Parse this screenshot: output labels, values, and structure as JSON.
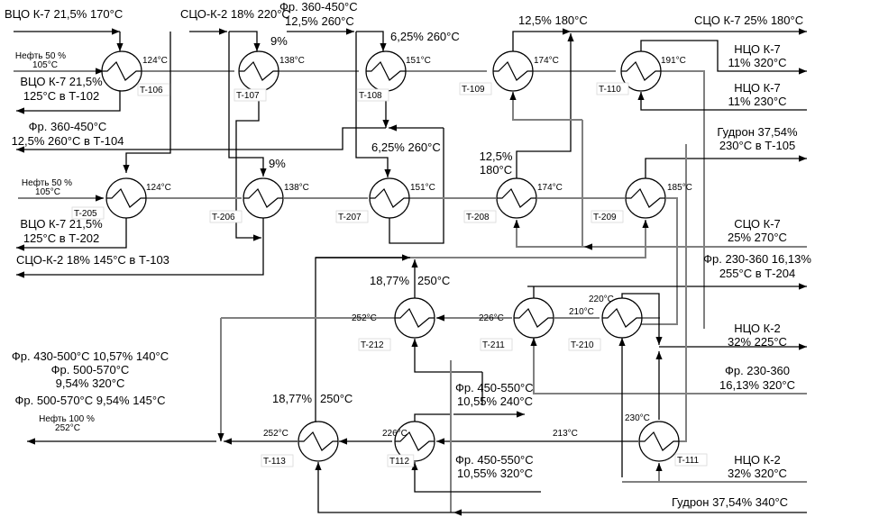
{
  "diagram": {
    "exchangers": [
      {
        "id": "T-106",
        "temp_out": "124°C"
      },
      {
        "id": "T-107",
        "temp_out": "138°C"
      },
      {
        "id": "T-108",
        "temp_out": "151°C"
      },
      {
        "id": "T-109",
        "temp_out": "174°C"
      },
      {
        "id": "T-110",
        "temp_out": "191°C"
      },
      {
        "id": "T-205",
        "temp_out": "124°C"
      },
      {
        "id": "T-206",
        "temp_out": "138°C"
      },
      {
        "id": "T-207",
        "temp_out": "151°C"
      },
      {
        "id": "T-208",
        "temp_out": "174°C"
      },
      {
        "id": "T-209",
        "temp_out": "185°C"
      },
      {
        "id": "T-210",
        "temp_in": "210°C",
        "temp_top": "220°C"
      },
      {
        "id": "T-211",
        "temp_in": "226°C"
      },
      {
        "id": "T-212",
        "temp_in": "252°C"
      },
      {
        "id": "T-111",
        "temp_in": "213°C",
        "temp_top": "230°C"
      },
      {
        "id": "T112",
        "temp_in": "226°C"
      },
      {
        "id": "T-113",
        "temp_in": "252°C"
      }
    ],
    "streams": {
      "vco_k7_in": "ВЦО К-7 21,5% 170°C",
      "sco_k2_in": "СЦО-К-2 18% 220°C",
      "fr360_in_1": "Фр. 360-450°C",
      "fr360_in_2": "12,5% 260°C",
      "pct_9_a": "9%",
      "pct_625_a": "6,25% 260°C",
      "pct_125_180_top": "12,5% 180°C",
      "sco_k7_out": "СЦО К-7 25% 180°C",
      "nco_k7_320_1": "НЦО К-7",
      "nco_k7_320_2": "11% 320°C",
      "nco_k7_230_1": "НЦО К-7",
      "nco_k7_230_2": "11% 230°C",
      "oil50_a_1": "Нефть 50 %",
      "oil50_a_2": "105°C",
      "vco_to_t102_1": "ВЦО К-7 21,5%",
      "vco_to_t102_2": "125°C в Т-102",
      "fr360_to_t104_1": "Фр. 360-450°C",
      "fr360_to_t104_2": "12,5% 260°C в Т-104",
      "gudron_to_t105_1": "Гудрон 37,54%",
      "gudron_to_t105_2": "230°C в Т-105",
      "pct_9_b": "9%",
      "pct_625_b": "6,25% 260°C",
      "pct_125_mid_1": "12,5%",
      "pct_125_mid_2": "180°C",
      "oil50_b_1": "Нефть 50 %",
      "oil50_b_2": "105°C",
      "vco_to_t202_1": "ВЦО К-7 21,5%",
      "vco_to_t202_2": "125°C в Т-202",
      "sco_k2_to_t103": "СЦО-К-2 18% 145°C в Т-103",
      "sco_k7_270_1": "СЦО К-7",
      "sco_k7_270_2": "25% 270°C",
      "fr230_to_t204_1": "Фр. 230-360 16,13%",
      "fr230_to_t204_2": "255°C в Т-204",
      "pct_1877_a": "18,77%",
      "t250_a": "250°C",
      "nco_k2_225_1": "НЦО К-2",
      "nco_k2_225_2": "32% 225°C",
      "fr230_320_1": "Фр. 230-360",
      "fr230_320_2": "16,13% 320°C",
      "fr430_out": "Фр. 430-500°C 10,57% 140°C",
      "fr500_320_1": "Фр. 500-570°C",
      "fr500_320_2": "9,54% 320°C",
      "fr500_145": "Фр. 500-570°C 9,54% 145°C",
      "oil100_1": "Нефть 100 %",
      "oil100_2": "252°C",
      "pct_1877_b": "18,77%",
      "t250_b": "250°C",
      "fr450_240_1": "Фр. 450-550°C",
      "fr450_240_2": "10,55% 240°C",
      "fr450_320_1": "Фр. 450-550°C",
      "fr450_320_2": "10,55% 320°C",
      "nco_k2_320_1": "НЦО К-2",
      "nco_k2_320_2": "32% 320°C",
      "gudron_340": "Гудрон 37,54% 340°C"
    }
  }
}
